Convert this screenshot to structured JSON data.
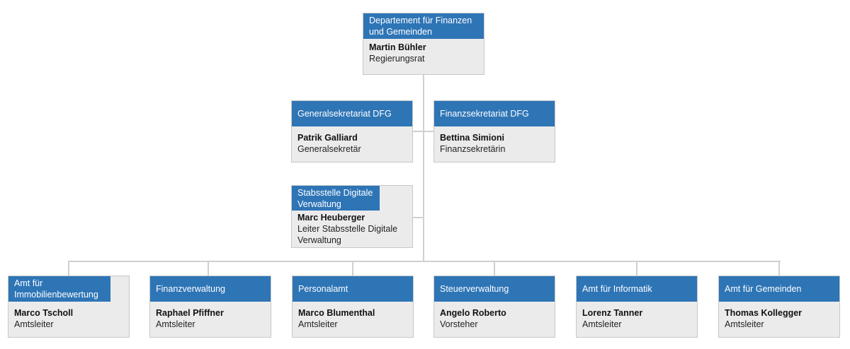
{
  "top": {
    "unit": "Departement für Finanzen und Gemeinden",
    "name": "Martin Bühler",
    "role": "Regierungsrat"
  },
  "staff": [
    {
      "unit": "Generalsekretariat DFG",
      "name": "Patrik Galliard",
      "role": "Generalsekretär"
    },
    {
      "unit": "Finanzsekretariat DFG",
      "name": "Bettina Simioni",
      "role": "Finanzsekretärin"
    },
    {
      "unit": "Stabsstelle Digitale Verwaltung",
      "name": "Marc Heuberger",
      "role": "Leiter Stabsstelle Digitale Verwaltung"
    }
  ],
  "offices": [
    {
      "unit": "Amt für Immobilienbewertung",
      "name": "Marco Tscholl",
      "role": "Amtsleiter"
    },
    {
      "unit": "Finanzverwaltung",
      "name": "Raphael Pfiffner",
      "role": "Amtsleiter"
    },
    {
      "unit": "Personalamt",
      "name": "Marco Blumenthal",
      "role": "Amtsleiter"
    },
    {
      "unit": "Steuerverwaltung",
      "name": "Angelo Roberto",
      "role": "Vorsteher"
    },
    {
      "unit": "Amt für Informatik",
      "name": "Lorenz Tanner",
      "role": "Amtsleiter"
    },
    {
      "unit": "Amt für Gemeinden",
      "name": "Thomas Kollegger",
      "role": "Amtsleiter"
    }
  ]
}
